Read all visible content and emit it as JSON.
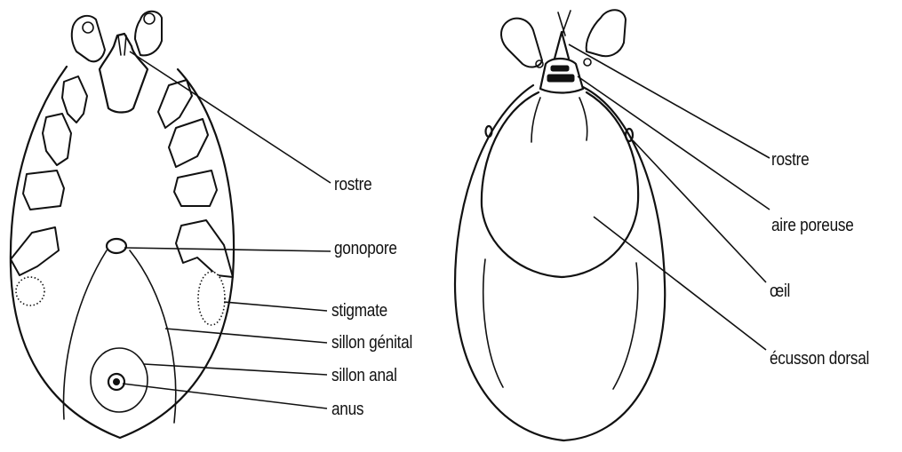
{
  "ventral_view": {
    "labels": {
      "rostre": "rostre",
      "gonopore": "gonopore",
      "stigmate": "stigmate",
      "sillon_genital": "sillon génital",
      "sillon_anal": "sillon anal",
      "anus": "anus"
    }
  },
  "dorsal_view": {
    "labels": {
      "rostre": "rostre",
      "aire_poreuse": "aire poreuse",
      "oeil": "œil",
      "ecusson_dorsal": "écusson dorsal"
    }
  }
}
